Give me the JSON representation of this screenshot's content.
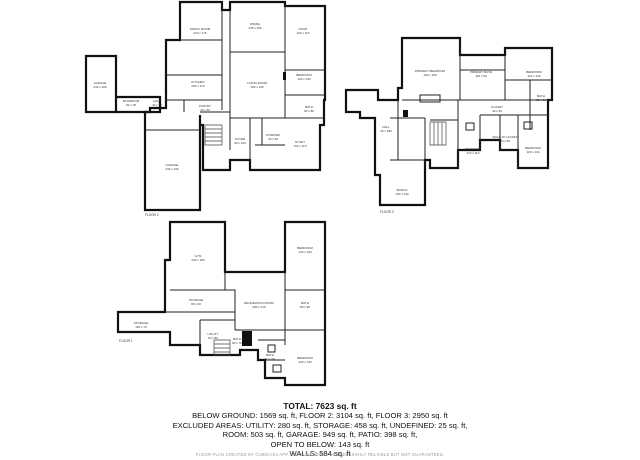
{
  "floors": [
    {
      "label": "FLOOR 2",
      "rooms": [
        {
          "name": "GARAGE",
          "area": "243 x 200"
        },
        {
          "name": "MUDROOM",
          "area": "82 x 78"
        },
        {
          "name": "HALL",
          "area": "40 x 70"
        },
        {
          "name": "FAMILY ROOM",
          "area": "210 x 175"
        },
        {
          "name": "KITCHEN",
          "area": "200 x 170"
        },
        {
          "name": "DINING",
          "area": "145 x 150"
        },
        {
          "name": "LIVING ROOM",
          "area": "180 x 190"
        },
        {
          "name": "NOOK",
          "area": "100 x 110"
        },
        {
          "name": "BEDROOM",
          "area": "120 x 130"
        },
        {
          "name": "BATH",
          "area": "60 x 80"
        },
        {
          "name": "PANTRY",
          "area": "40 x 50"
        },
        {
          "name": "FOYER",
          "area": "90 x 120"
        },
        {
          "name": "STUDY",
          "area": "110 x 110"
        },
        {
          "name": "POWDER",
          "area": "40 x 50"
        },
        {
          "name": "GARAGE",
          "area": "230 x 240"
        }
      ]
    },
    {
      "label": "FLOOR 3",
      "rooms": [
        {
          "name": "PRIMARY BEDROOM",
          "area": "190 x 160"
        },
        {
          "name": "PRIMARY BATH",
          "area": "110 x 90"
        },
        {
          "name": "BEDROOM",
          "area": "110 x 120"
        },
        {
          "name": "BATH",
          "area": "50 x 80"
        },
        {
          "name": "HALL",
          "area": "40 x 180"
        },
        {
          "name": "CLOSET",
          "area": "40 x 60"
        },
        {
          "name": "WALK-IN CLOSET",
          "area": "70 x 60"
        },
        {
          "name": "BEDROOM",
          "area": "110 x 110"
        },
        {
          "name": "BEDROOM",
          "area": "120 x 110"
        },
        {
          "name": "BONUS",
          "area": "160 x 140"
        }
      ]
    },
    {
      "label": "FLOOR 1",
      "rooms": [
        {
          "name": "GYM",
          "area": "220 x 180"
        },
        {
          "name": "BEDROOM",
          "area": "120 x 130"
        },
        {
          "name": "STORAGE",
          "area": "80 x 60"
        },
        {
          "name": "RECREATION ROOM",
          "area": "280 x 210"
        },
        {
          "name": "BATH",
          "area": "80 x 90"
        },
        {
          "name": "STORAGE",
          "area": "160 x 70"
        },
        {
          "name": "UTILITY",
          "area": "60 x 80"
        },
        {
          "name": "BATH",
          "area": "60 x 70"
        },
        {
          "name": "BEDROOM",
          "area": "120 x 130"
        },
        {
          "name": "BATH",
          "area": "50 x 60"
        }
      ]
    }
  ],
  "summary": {
    "total": "TOTAL: 7623 sq. ft",
    "line1": "BELOW GROUND: 1569 sq. ft, FLOOR 2: 3104 sq. ft, FLOOR 3: 2950 sq. ft",
    "line2": "EXCLUDED AREAS: UTILITY: 280 sq. ft, STORAGE: 458 sq. ft, UNDEFINED: 25 sq. ft,",
    "line3": "ROOM: 503 sq. ft, GARAGE: 949 sq. ft, PATIO: 398 sq. ft,",
    "line4": "OPEN TO BELOW: 143 sq. ft",
    "line5": "WALLS: 584 sq. ft"
  },
  "footer": "FLOOR PLAN CREATED BY CUBICASA APP. MEASUREMENTS DEEMED HIGHLY RELIABLE BUT NOT GUARANTEED."
}
